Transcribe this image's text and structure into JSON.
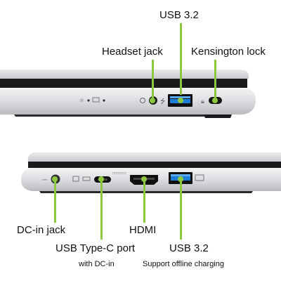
{
  "colors": {
    "leader_line": "#8dc63f",
    "usb_port_blue": "#1c7ed6",
    "chassis_silver": "#dcdde0"
  },
  "top_view": {
    "labels": {
      "usb32": "USB 3.2",
      "headset": "Headset jack",
      "kensington": "Kensington lock"
    }
  },
  "bottom_view": {
    "labels": {
      "dcin": "DC-in jack",
      "usbc": "USB Type-C port",
      "usbc_sub": "with DC-in",
      "hdmi": "HDMI",
      "usb32": "USB 3.2",
      "usb32_sub": "Support offline charging"
    }
  }
}
